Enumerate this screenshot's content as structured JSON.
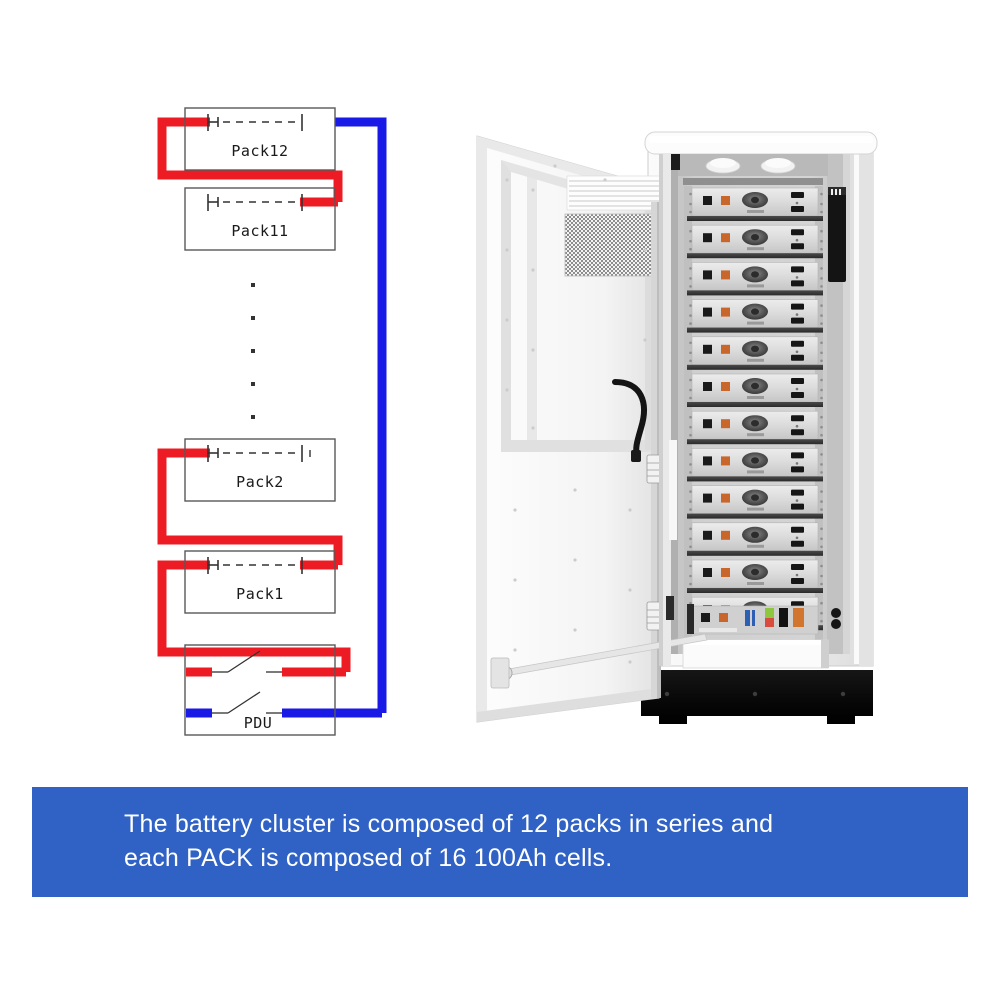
{
  "diagram": {
    "title": "battery-cluster-series-wiring",
    "packs": [
      {
        "id": "pack12",
        "label": "Pack12"
      },
      {
        "id": "pack11",
        "label": "Pack11"
      },
      {
        "id": "pack2",
        "label": "Pack2"
      },
      {
        "id": "pack1",
        "label": "Pack1"
      }
    ],
    "pdu": {
      "label": "PDU"
    },
    "ellipsis_dot_count": 5,
    "wire_colors": {
      "positive": "#ED1C24",
      "negative": "#1A1AE6",
      "box_outline": "#595959",
      "symbol": "#333333"
    }
  },
  "cabinet": {
    "name": "battery-cabinet-photo",
    "module_count": 12,
    "ceiling_device_count": 2,
    "hinge_count": 2,
    "colors": {
      "body": "#f2f2f2",
      "body_shade": "#d9d9d9",
      "interior": "#c9c9c9",
      "module_face": "#dedede",
      "plinth": "#0d0d0d",
      "accent_orange": "#c8662b",
      "accent_black": "#1a1a1a"
    },
    "bottom_panel_indicators": [
      "black",
      "orange",
      "blue",
      "green",
      "yellow",
      "red",
      "black",
      "orange"
    ]
  },
  "caption": {
    "line1": "The battery cluster is composed of 12 packs in series and",
    "line2": "each PACK is composed of 16 100Ah cells.",
    "full": "The battery cluster is composed of 12 packs in series and each PACK is composed of 16 100Ah cells.",
    "background_color": "#2F62C4",
    "text_color": "#FFFFFF"
  }
}
